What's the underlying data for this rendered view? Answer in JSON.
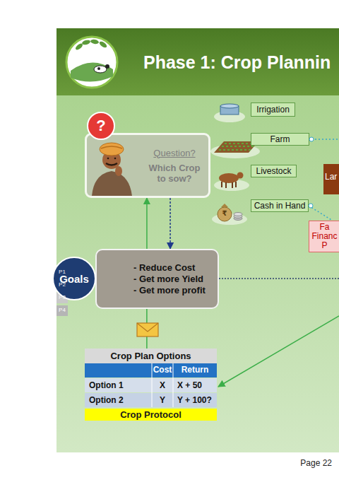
{
  "diagram": {
    "title": "Phase 1: Crop Plannin",
    "nodes": [
      {
        "text": [
          "Question?",
          "Which Crop to sow?"
        ]
      },
      {
        "text": [
          "?"
        ]
      },
      {
        "text": [
          "Irrigation"
        ]
      },
      {
        "text": [
          "Farm"
        ]
      },
      {
        "text": [
          "Livestock"
        ]
      },
      {
        "text": [
          "Lar"
        ]
      },
      {
        "text": [
          "Cash in Hand"
        ]
      },
      {
        "text": [
          "Fa Financ P"
        ]
      },
      {
        "text": [
          "Goals"
        ]
      },
      {
        "text": [
          "- Reduce Cost",
          "- Get more Yield",
          "- Get more profit"
        ]
      },
      {
        "text": [
          "Crop Plan Options"
        ]
      },
      {
        "text": [
          "Crop Protocol"
        ],
        "in": 10
      }
    ],
    "edges": [
      {
        "from": 0,
        "to": 9,
        "arrow": "to"
      },
      {
        "from": 10,
        "to": 0,
        "arrow": "to"
      },
      {
        "from": 6,
        "to": 7,
        "arrow": "none"
      }
    ],
    "labels": [
      "P1",
      "P2",
      "P3",
      "P4",
      "₹",
      "Cost",
      "Return",
      "Option 1",
      "X",
      "X + 50",
      "Option 2",
      "Y",
      "Y + 100?",
      "Page 22"
    ]
  }
}
